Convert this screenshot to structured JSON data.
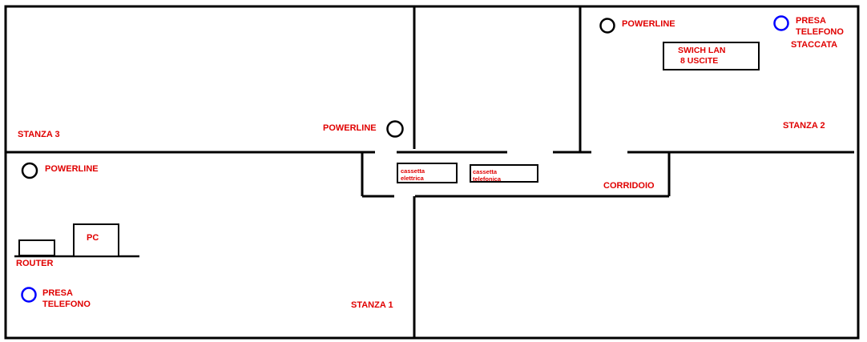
{
  "colors": {
    "wall": "#000000",
    "label": "#e00000",
    "powerline_marker": "#000000",
    "phone_socket_marker": "#0000ff"
  },
  "rooms": {
    "stanza1": "STANZA 1",
    "stanza2": "STANZA 2",
    "stanza3": "STANZA 3",
    "corridoio": "CORRIDOIO"
  },
  "devices": {
    "powerline_label": "POWERLINE",
    "router_label": "ROUTER",
    "pc_label": "PC",
    "switch_line1": "SWICH LAN",
    "switch_line2": "8 USCITE",
    "presa_line1": "PRESA",
    "presa_line2": "TELEFONO",
    "presa_staccata_line3": "STACCATA",
    "cassetta_elettrica_line1": "cassetta",
    "cassetta_elettrica_line2": "elettrica",
    "cassetta_telefonica_line1": "cassetta",
    "cassetta_telefonica_line2": "telefonica"
  }
}
